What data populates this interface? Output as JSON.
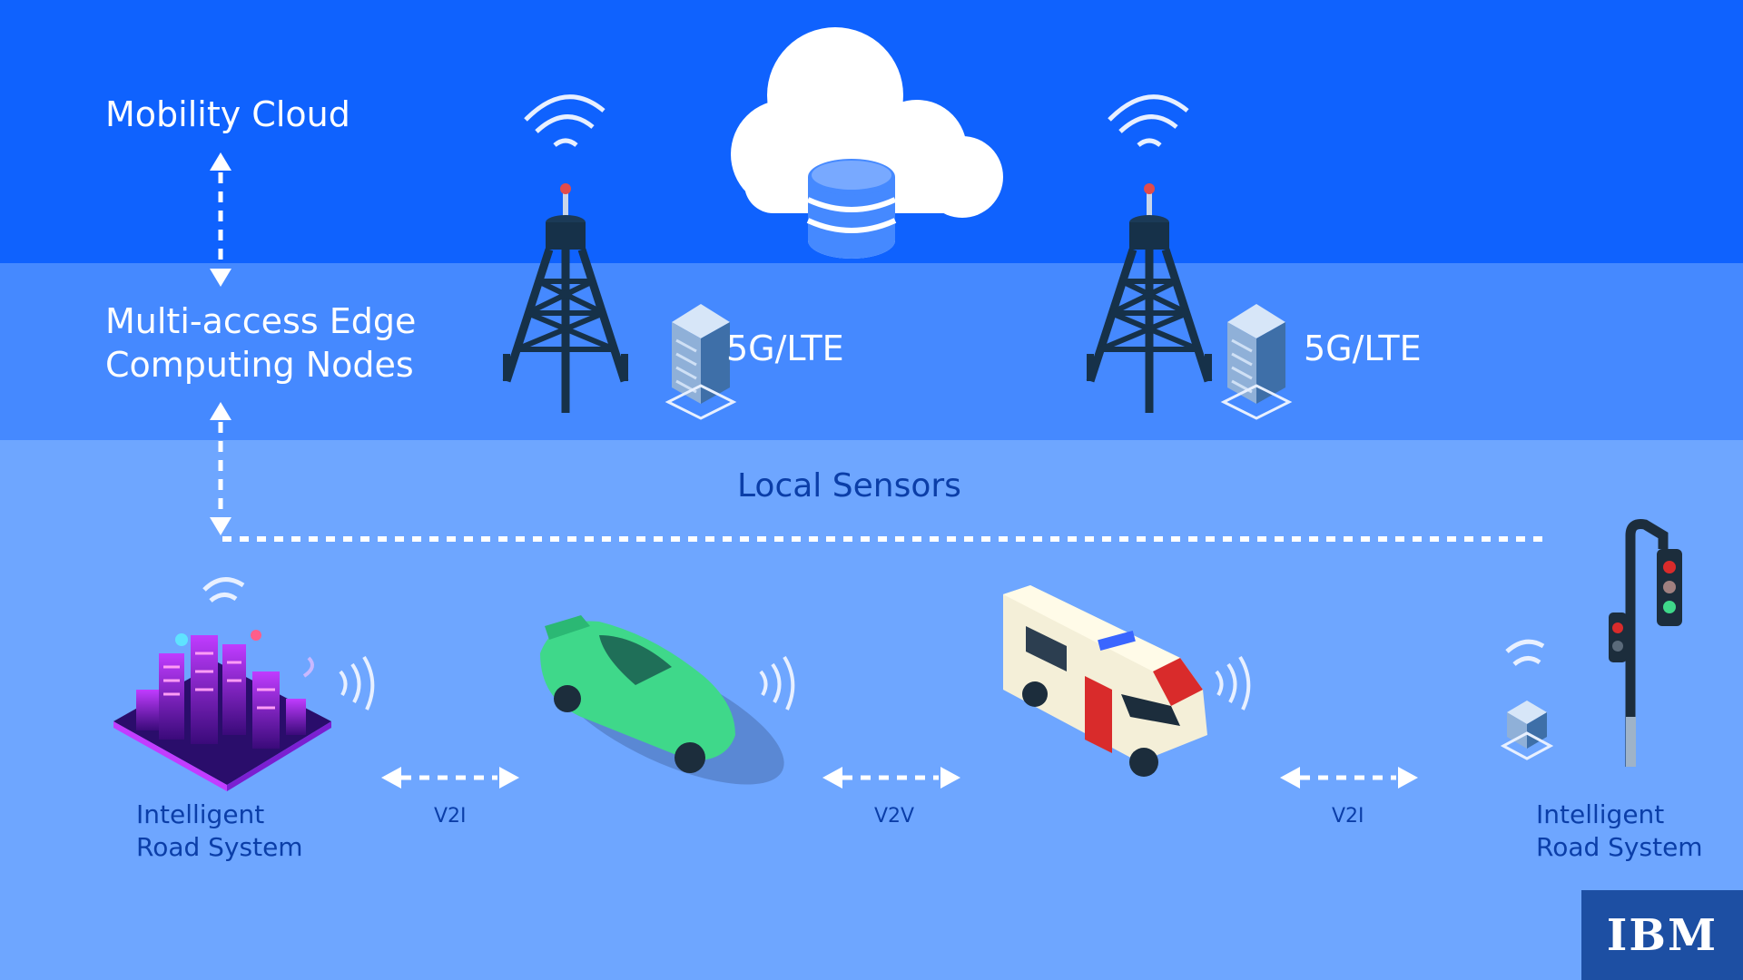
{
  "layers": {
    "cloud": "Mobility Cloud",
    "edge": "Multi-access Edge\nComputing Nodes",
    "local": "Local Sensors"
  },
  "towers": [
    {
      "label": "5G/LTE"
    },
    {
      "label": "5G/LTE"
    }
  ],
  "endpoints": {
    "left": "Intelligent\nRoad System",
    "right": "Intelligent\nRoad System"
  },
  "links": {
    "left": "V2I",
    "middle": "V2V",
    "right": "V2I"
  },
  "brand": {
    "logo": "IBM"
  },
  "colors": {
    "cloud_band": "#0f62fe",
    "edge_band": "#4589ff",
    "local_band": "#6ea6ff",
    "text_dark": "#0b3ea8"
  }
}
